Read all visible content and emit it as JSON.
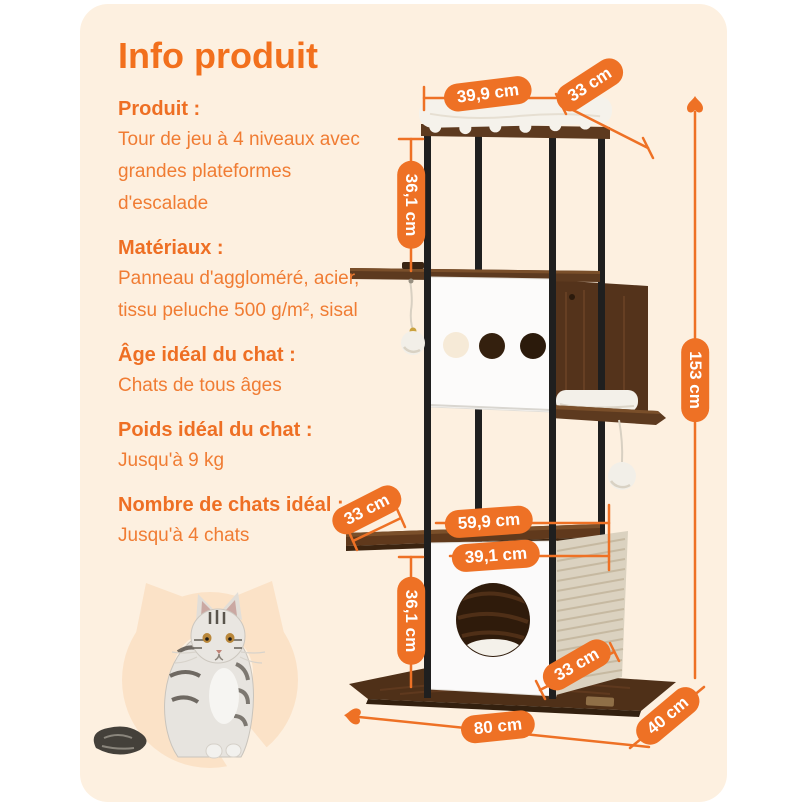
{
  "colors": {
    "accent": "#ee7125",
    "card_bg": "#fdf0e0",
    "silhouette": "#fbe2c7",
    "wood": "#5d3a1f",
    "metal": "#1f1f1f",
    "pill_text": "#ffffff"
  },
  "info": {
    "title": "Info produit",
    "sections": [
      {
        "label": "Produit :",
        "lines": [
          "Tour de jeu à 4 niveaux avec",
          "grandes plateformes",
          "d'escalade"
        ]
      },
      {
        "label": "Matériaux :",
        "lines": [
          "Panneau d'aggloméré, acier,",
          "tissu peluche 500 g/m², sisal"
        ]
      },
      {
        "label": "Âge idéal du chat :",
        "lines": [
          "Chats de tous âges"
        ]
      },
      {
        "label": "Poids idéal du chat :",
        "lines": [
          "Jusqu'à 9 kg"
        ]
      },
      {
        "label": "Nombre de chats idéal :",
        "lines": [
          "Jusqu'à 4 chats"
        ]
      }
    ]
  },
  "dimensions": {
    "top_width": "39,9 cm",
    "top_depth": "33 cm",
    "upper_height": "36,1 cm",
    "total_height": "153 cm",
    "mid_depth": "33 cm",
    "mid_width": "59,9 cm",
    "lower_width": "39,1 cm",
    "lower_height": "36,1 cm",
    "house_depth": "33 cm",
    "base_width": "80 cm",
    "base_depth": "40 cm"
  }
}
